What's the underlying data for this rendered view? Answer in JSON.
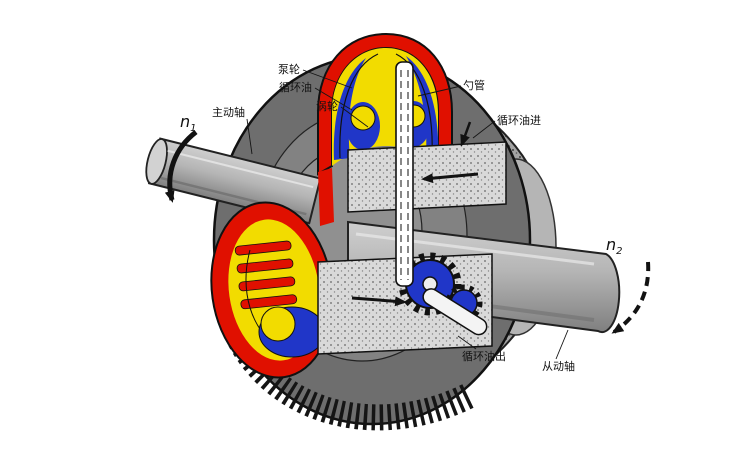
{
  "labels": {
    "n1": {
      "base": "n",
      "sub": "1"
    },
    "n2": {
      "base": "n",
      "sub": "2"
    },
    "driving_shaft": "主动轴",
    "pump_wheel": "泵轮",
    "circulating_oil": "循环油",
    "turbine": "涡轮",
    "scoop_tube": "勺管",
    "oil_in": "循环油进",
    "oil_out": "循环油出",
    "driven_shaft": "从动轴"
  },
  "colors": {
    "housing_red": "#e01000",
    "oil_yellow": "#f2dc00",
    "oil_blue": "#2036c8",
    "wheel_dark": "#6e6e6e",
    "disc_face": "#828282",
    "flange_gray": "#909090",
    "duct_gray": "#d9d9d9",
    "outline": "#141414",
    "background": "#ffffff"
  }
}
